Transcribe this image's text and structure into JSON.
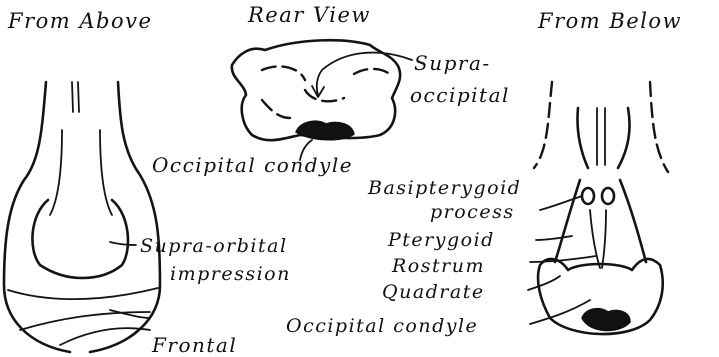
{
  "views": {
    "above": "From Above",
    "rear": "Rear View",
    "below": "From Below"
  },
  "labels": {
    "supra_occipital_line1": "Supra-",
    "supra_occipital_line2": "occipital",
    "occipital_condyle_rear": "Occipital condyle",
    "supra_orbital_line1": "Supra-orbital",
    "supra_orbital_line2": "impression",
    "frontal": "Frontal",
    "basipterygoid_line1": "Basipterygoid",
    "basipterygoid_line2": "process",
    "pterygoid": "Pterygoid",
    "rostrum": "Rostrum",
    "quadrate": "Quadrate",
    "occipital_condyle_below": "Occipital condyle"
  }
}
